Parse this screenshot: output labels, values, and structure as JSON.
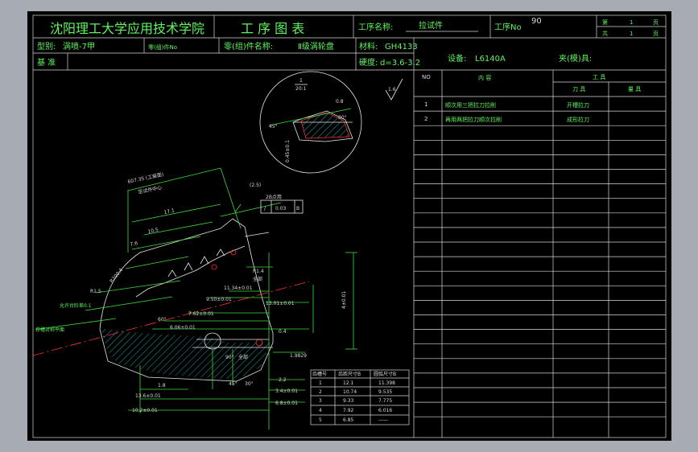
{
  "header": {
    "school": "沈阳理工大学应用技术学院",
    "chart_title": "工 序 图 表",
    "proc_name_label": "工序名称:",
    "proc_name_value": "拉试件",
    "proc_no_label": "工序No",
    "proc_no_value": "90",
    "page_no_label": "第",
    "page_no_value": "1",
    "page_unit": "页",
    "page_total_label": "共",
    "page_total_value": "1",
    "page_total_unit": "页",
    "model_label": "型别:",
    "model_value": "涡喷-7甲",
    "part_no_label": "零(组)件No",
    "part_name_label": "零(组)件名称:",
    "part_name_value": "Ⅱ级涡轮盘",
    "material_label": "材料:",
    "material_value": "GH4133",
    "equipment_label": "设备:",
    "equipment_value": "L6140A",
    "fixture_label": "夹(模)具:",
    "datum_label": "基 准",
    "hardness_label": "硬度:",
    "hardness_value": "d=3.6-3.2"
  },
  "op_table": {
    "no_header": "NO",
    "content_header": "内  容",
    "tools_header": "工    具",
    "cutter_header": "刀 具",
    "gauge_header": "量 具",
    "rows": [
      {
        "no": "1",
        "content": "顺次用三把拉刀拉削",
        "cutter": "开槽拉刀"
      },
      {
        "no": "2",
        "content": "再用两把拉刀顺次拉削",
        "cutter": "成形拉刀"
      }
    ]
  },
  "drawing": {
    "roughness_main": "1.6",
    "detail_scale_num": "1",
    "detail_scale_den": "20:1",
    "detail_roughness": "0.8",
    "detail_angle_a": "45°",
    "detail_angle_b": "80°",
    "detail_height": "0.45±0.1",
    "dim_a": "607.35 (工装面)",
    "dim_a_note": "至试件中心",
    "dim_b": "(2.5)",
    "dim_c": "17.1",
    "dim_d": "10.5",
    "dim_e": "7.6",
    "dim_f": "R200.4",
    "dim_g": "R1.5",
    "dim_h": "R1.4",
    "dim_h_note": "全部",
    "dim_i": "11.34±0.01",
    "dim_j": "9.50±0.01",
    "dim_k": "7.62±0.01",
    "dim_l": "6.06±0.01",
    "dim_m": "13.01±0.01",
    "dim_n": "0.4",
    "dim_o": "1.9829",
    "dim_p": "2.2",
    "dim_q": "3.4±0.01",
    "dim_r": "6.8±0.01",
    "dim_s": "1.8",
    "dim_t": "13.6±0.01",
    "dim_u": "10.2±0.01",
    "dim_v": "4±0.01",
    "angle_a": "60°",
    "angle_b": "45°",
    "angle_c": "30°",
    "angle_d": "90°",
    "tol_frame_label": "2B点用",
    "tol_value": "0.03",
    "tol_datum": "B",
    "note_a": "允许台阶差0.1",
    "note_b": "榫槽对称平面",
    "note_c": "全部",
    "small_table": {
      "headers": [
        "齿槽号",
        "齿距尺寸B",
        "圆弧尺寸B"
      ],
      "rows": [
        [
          "1",
          "12.1",
          "11.398"
        ],
        [
          "2",
          "10.74",
          "9.535"
        ],
        [
          "3",
          "9.33",
          "7.775"
        ],
        [
          "4",
          "7.92",
          "6.016"
        ],
        [
          "5",
          "6.85",
          "——"
        ]
      ]
    }
  }
}
